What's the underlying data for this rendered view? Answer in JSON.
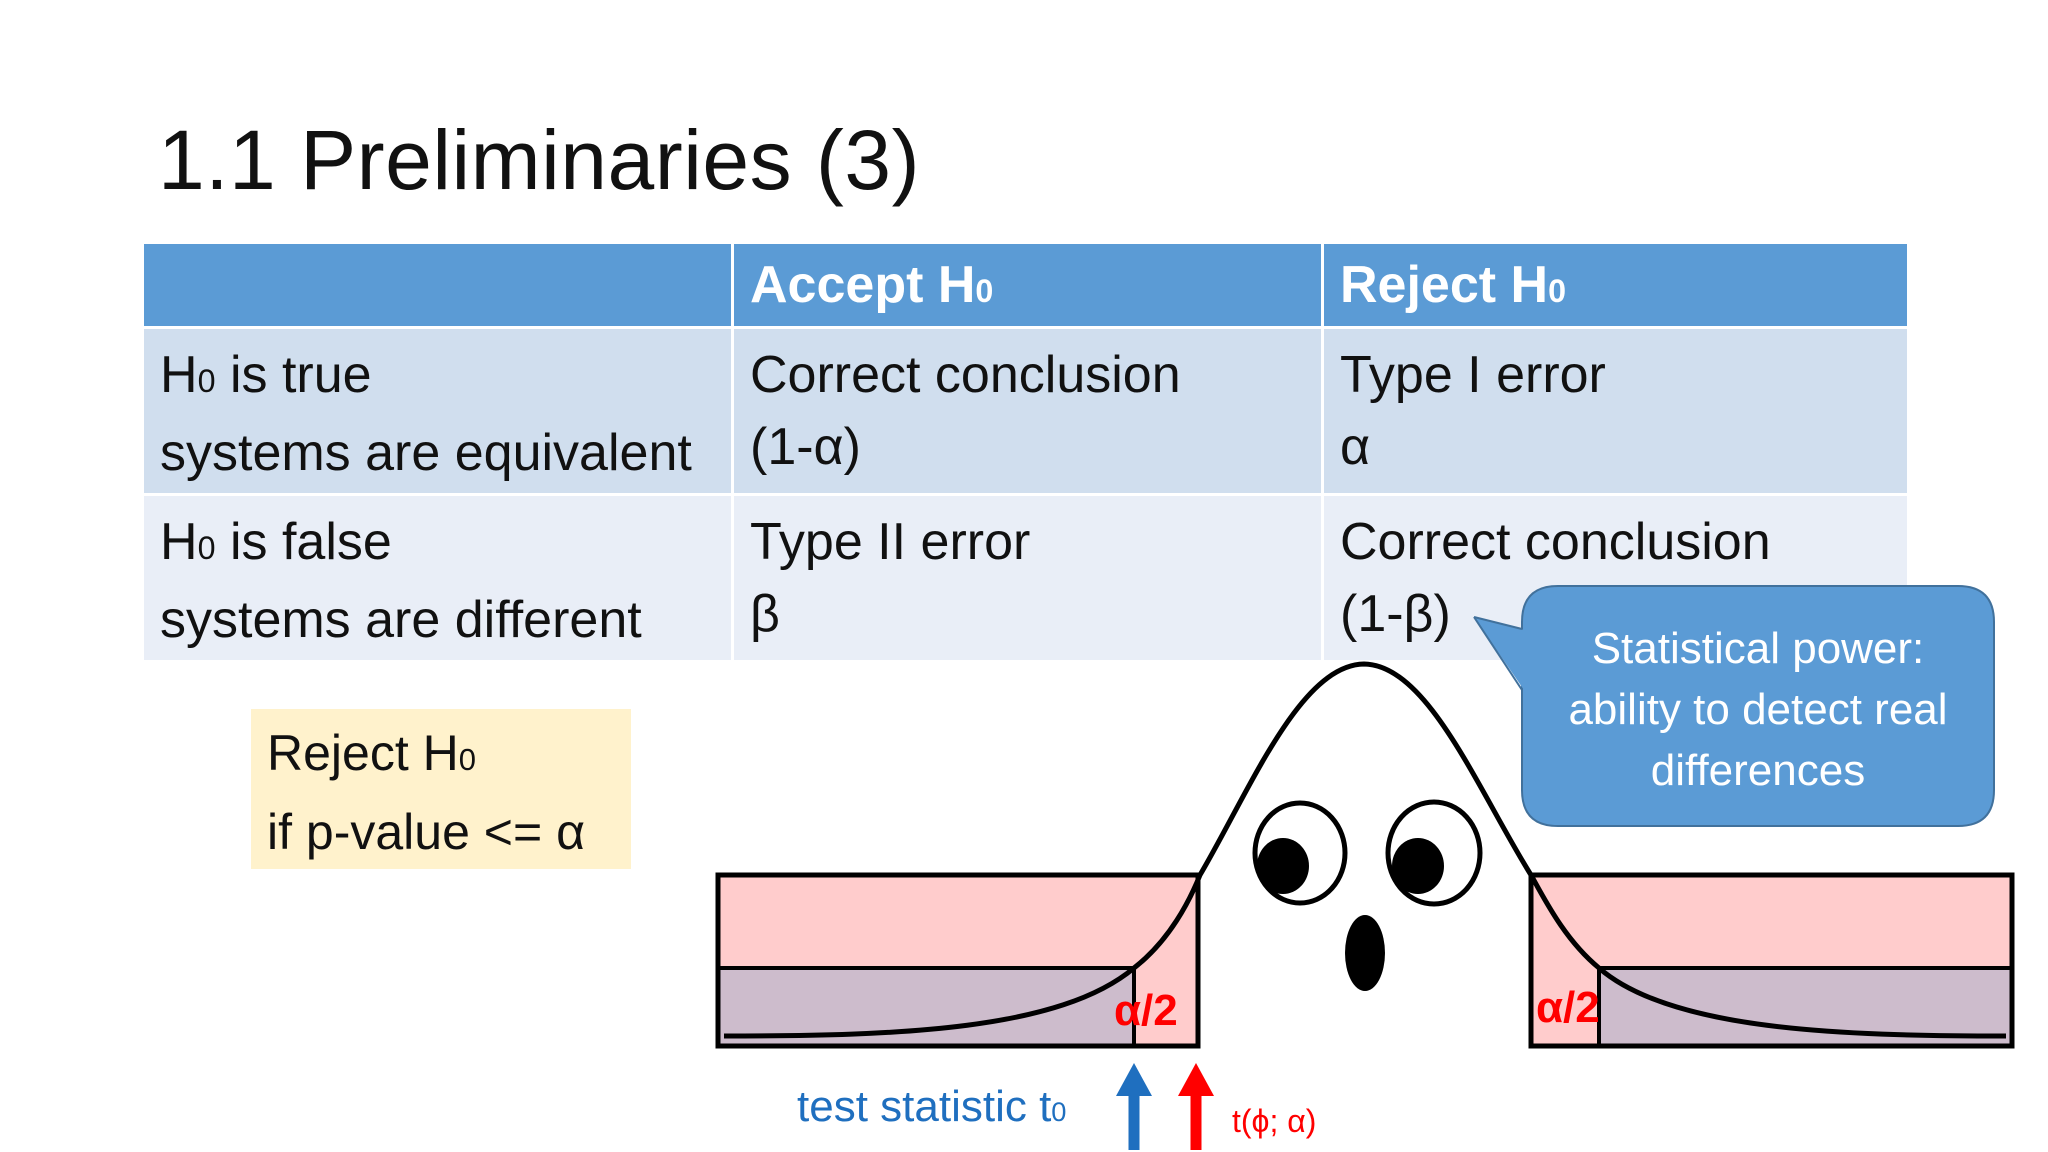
{
  "slide": {
    "title": "1.1 Preliminaries (3)"
  },
  "table": {
    "header": {
      "blank": "",
      "accept": {
        "text": "Accept H",
        "sub": "0"
      },
      "reject": {
        "text": "Reject H",
        "sub": "0"
      }
    },
    "rows": [
      {
        "label_line1": {
          "text": "H",
          "sub": "0",
          "rest": " is true"
        },
        "label_line2": "systems are equivalent",
        "accept_line1": "Correct conclusion",
        "accept_line2": "(1-α)",
        "reject_line1": "Type I error",
        "reject_line2": "α"
      },
      {
        "label_line1": {
          "text": "H",
          "sub": "0",
          "rest": " is false"
        },
        "label_line2": "systems are different",
        "accept_line1": "Type II error",
        "accept_line2": "β",
        "reject_line1": "Correct conclusion",
        "reject_line2": "(1-β)"
      }
    ]
  },
  "rule": {
    "line1": {
      "text": "Reject H",
      "sub": "0"
    },
    "line2": "if p-value <= α"
  },
  "callout": {
    "line1": "Statistical power:",
    "line2": "ability to detect real",
    "line3": "differences"
  },
  "diagram": {
    "left_region_label": "α/2",
    "right_region_label": "α/2",
    "test_statistic_label": {
      "text": "test statistic t",
      "sub": "0"
    },
    "critical_value_label": "t(ϕ; α)"
  },
  "colors": {
    "table_header": "#5b9bd5",
    "row1_fill": "#d0deee",
    "row2_fill": "#e9eef7",
    "rule_fill": "#fff2cc",
    "callout_fill": "#5b9bd5",
    "reject_region_fill": "#ffcccc",
    "overlap_fill": "#cdbccc",
    "alpha_text": "#ff0000",
    "test_stat_arrow": "#1f6fbf",
    "critical_arrow": "#ff0000"
  }
}
